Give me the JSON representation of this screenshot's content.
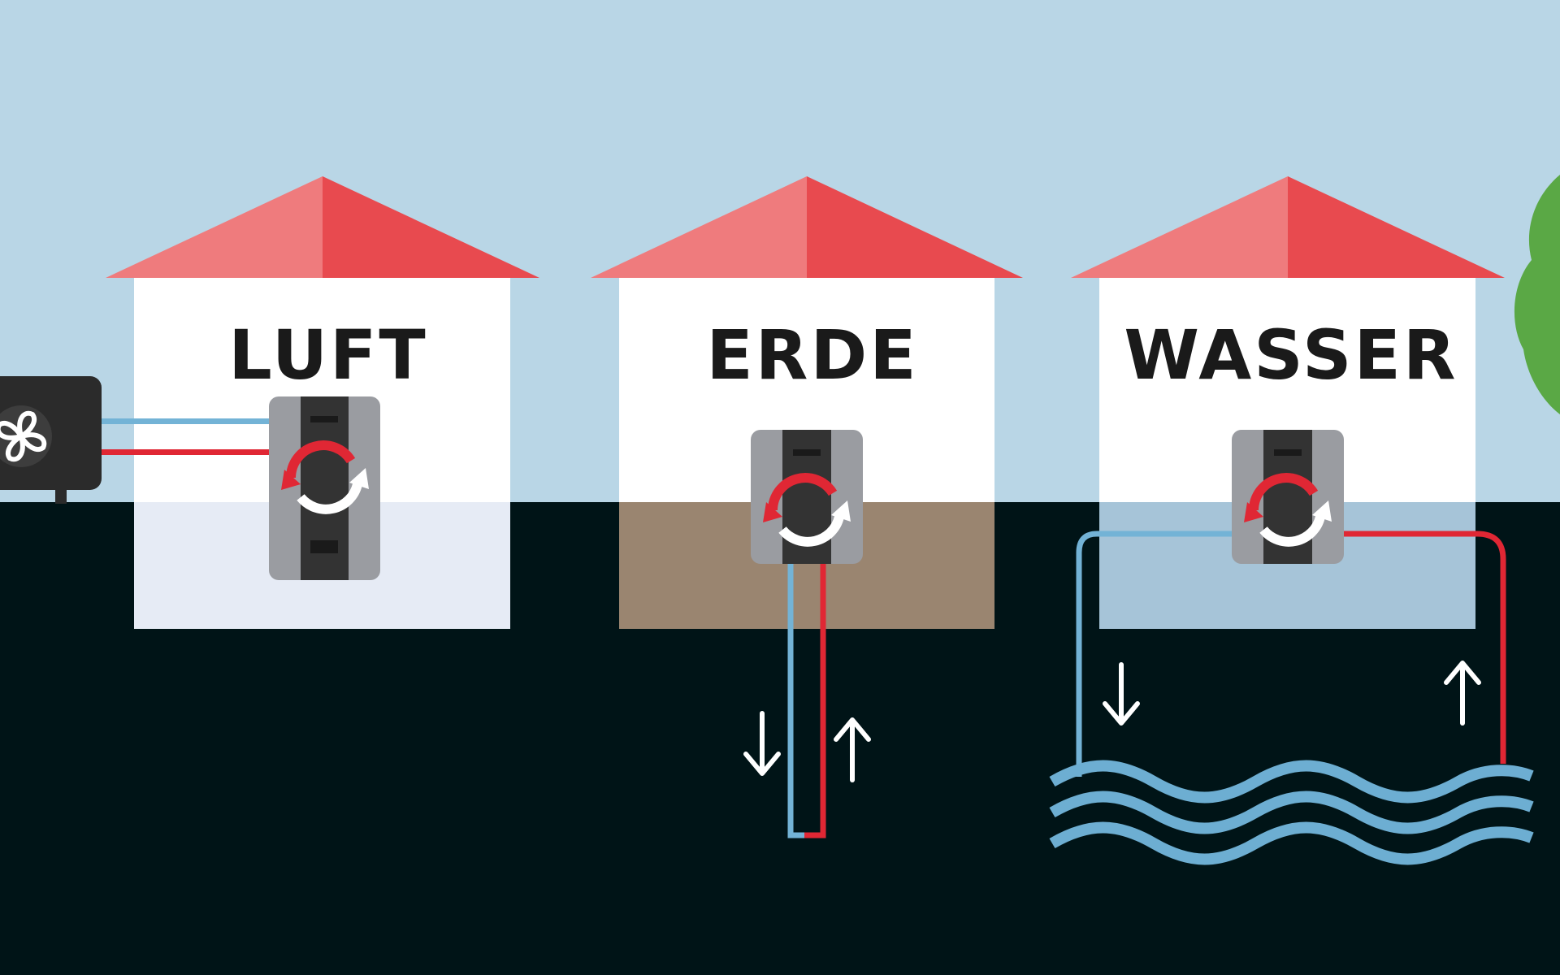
{
  "houses": [
    {
      "id": "luft",
      "label": "LUFT"
    },
    {
      "id": "erde",
      "label": "ERDE"
    },
    {
      "id": "wasser",
      "label": "WASSER"
    }
  ],
  "colors": {
    "sky": "#b9d6e6",
    "ground": "#001417",
    "roof_left": "#ef7b7d",
    "roof_right": "#e84a4f",
    "wall": "#ffffff",
    "basement_luft": "#e6ebf5",
    "basement_erde": "#9a8570",
    "basement_wasser": "#a6c4d8",
    "pipe_cold": "#73b3d6",
    "pipe_hot": "#e02734",
    "heat_pump_body": "#9a9ca1",
    "heat_pump_core": "#333333",
    "water": "#6daed2",
    "tree": "#5aa845"
  },
  "icons": [
    "fan-icon",
    "cycle-icon",
    "arrow-down-icon",
    "arrow-up-icon",
    "water-waves-icon",
    "tree-icon"
  ]
}
